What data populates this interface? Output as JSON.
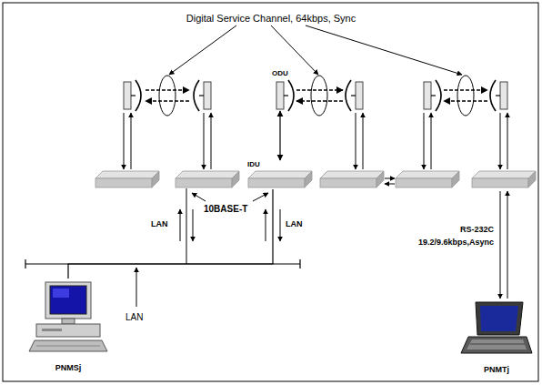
{
  "diagram": {
    "title": "Digital Service Channel, 64kbps, Sync",
    "nodes": [
      {
        "text": [
          "ODU"
        ]
      },
      {
        "text": [
          "IDU"
        ]
      },
      {
        "text": [
          "PNMSj"
        ]
      },
      {
        "text": [
          "PNMTj"
        ]
      }
    ],
    "edges": [
      {
        "from": 0,
        "to": 1,
        "arrow": "both"
      },
      {
        "from": 1,
        "to": 2,
        "arrow": "none"
      }
    ],
    "labels": [
      "10BASE-T",
      "LAN",
      "LAN",
      "LAN",
      "RS-232C 19.2/9.6kbps,Async"
    ]
  }
}
